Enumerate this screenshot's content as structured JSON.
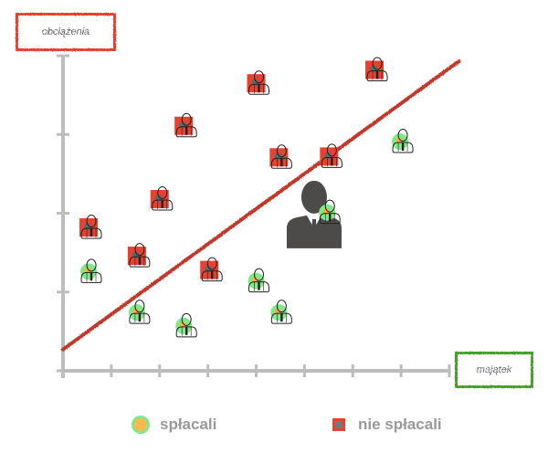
{
  "labels": {
    "y_axis": "obciążenia",
    "x_axis": "majątek"
  },
  "legend": [
    {
      "label": "spłacali",
      "marker": "green-circle"
    },
    {
      "label": "nie spłacali",
      "marker": "red-square"
    }
  ],
  "colors": {
    "repaid": "#7ee88a",
    "repaid_inner": "#f5b041",
    "not_repaid": "#e8412f",
    "decision_line": "#c0392b",
    "axis": "#bdbdbd",
    "y_label_border": "#e8412f",
    "x_label_border": "#4a9c2e",
    "new_client_icon": "#4d4a4a"
  },
  "chart_data": {
    "type": "scatter",
    "title": "",
    "xlabel": "majątek",
    "ylabel": "obciążenia",
    "xlim": [
      0,
      8
    ],
    "ylim": [
      0,
      4
    ],
    "x_ticks": 8,
    "y_ticks": 4,
    "grid": false,
    "legend_position": "bottom",
    "series": [
      {
        "name": "nie spłacali",
        "marker": "red-square",
        "points": [
          [
            0.53,
            1.82
          ],
          [
            1.53,
            1.46
          ],
          [
            2.0,
            2.18
          ],
          [
            2.5,
            3.11
          ],
          [
            3.03,
            1.28
          ],
          [
            4.0,
            3.65
          ],
          [
            4.47,
            2.71
          ],
          [
            5.51,
            2.72
          ],
          [
            6.45,
            3.82
          ]
        ]
      },
      {
        "name": "spłacali",
        "marker": "green-circle",
        "points": [
          [
            0.53,
            1.26
          ],
          [
            1.53,
            0.74
          ],
          [
            2.5,
            0.57
          ],
          [
            4.0,
            1.14
          ],
          [
            4.47,
            0.74
          ],
          [
            5.47,
            2.01
          ],
          [
            6.98,
            2.91
          ]
        ]
      }
    ],
    "decision_line": {
      "from": [
        0,
        0.27
      ],
      "to": [
        8.2,
        3.93
      ]
    },
    "new_client": {
      "x": 5.2,
      "y": 1.95,
      "label": ""
    }
  }
}
